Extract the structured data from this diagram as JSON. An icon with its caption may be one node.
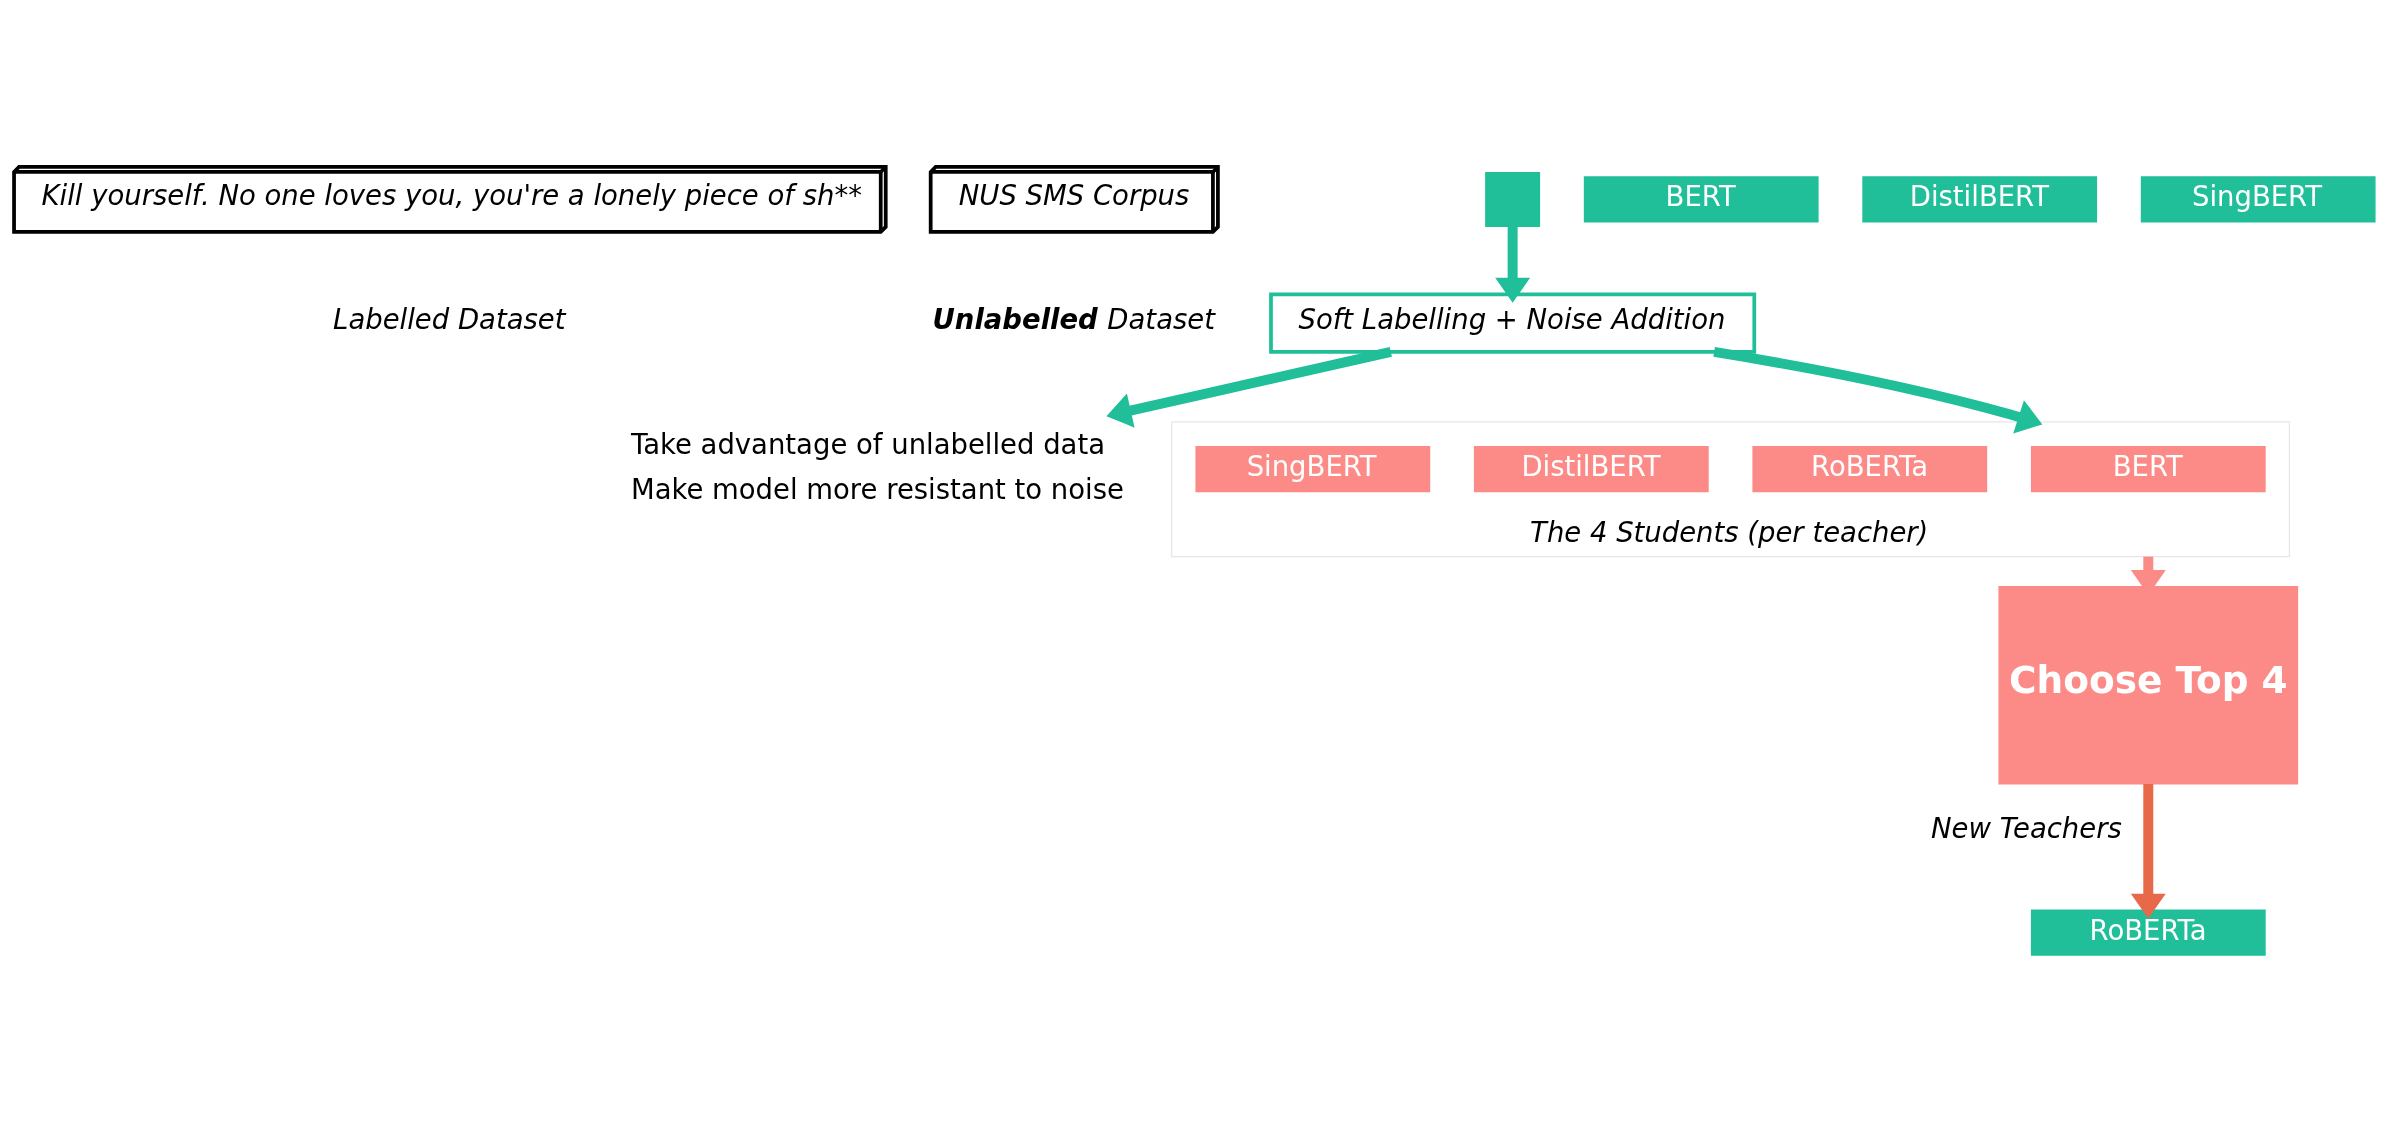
{
  "diagram": {
    "nodes": [
      {
        "text": [
          "Kill yourself. No one loves you, you're a lonely piece of sh**"
        ],
        "beside": [
          "Labelled Dataset"
        ]
      },
      {
        "text": [
          "NUS SMS Corpus"
        ],
        "beside": [
          "**Unlabelled** Dataset"
        ]
      },
      {
        "text": [],
        "shape": "plus"
      },
      {
        "text": [
          "BERT"
        ]
      },
      {
        "text": [
          "RoBERTa"
        ]
      },
      {
        "text": [
          "DistilBERT"
        ]
      },
      {
        "text": [
          "SingBERT"
        ]
      },
      {
        "text": [
          "Soft Labelling + Noise Addition"
        ]
      },
      {
        "text": [
          "Take advantage of unlabelled data",
          "Make model more resistant to noise"
        ]
      },
      {
        "text": [
          "The 4 Students (per teacher)"
        ]
      },
      {
        "text": [
          "BERT"
        ],
        "in": 9
      },
      {
        "text": [
          "RoBERTa"
        ],
        "in": 9
      },
      {
        "text": [
          "DistilBERT"
        ],
        "in": 9
      },
      {
        "text": [
          "SingBERT"
        ],
        "in": 9
      },
      {
        "text": [
          "Choose Top 4"
        ]
      }
    ],
    "edges": [
      {
        "from": 2,
        "to": 7,
        "arrow": "to",
        "color": "#20bf99"
      },
      {
        "from": 7,
        "to": 8,
        "arrow": "to",
        "color": "#20bf99"
      },
      {
        "from": 7,
        "to": 9,
        "arrow": "to",
        "color": "#20bf99"
      },
      {
        "from": 9,
        "to": 14,
        "arrow": "to",
        "color": "#fc8a87"
      },
      {
        "from": 14,
        "to": 4,
        "arrow": "to",
        "label": "New Teachers",
        "color": "#e8694a"
      }
    ]
  }
}
